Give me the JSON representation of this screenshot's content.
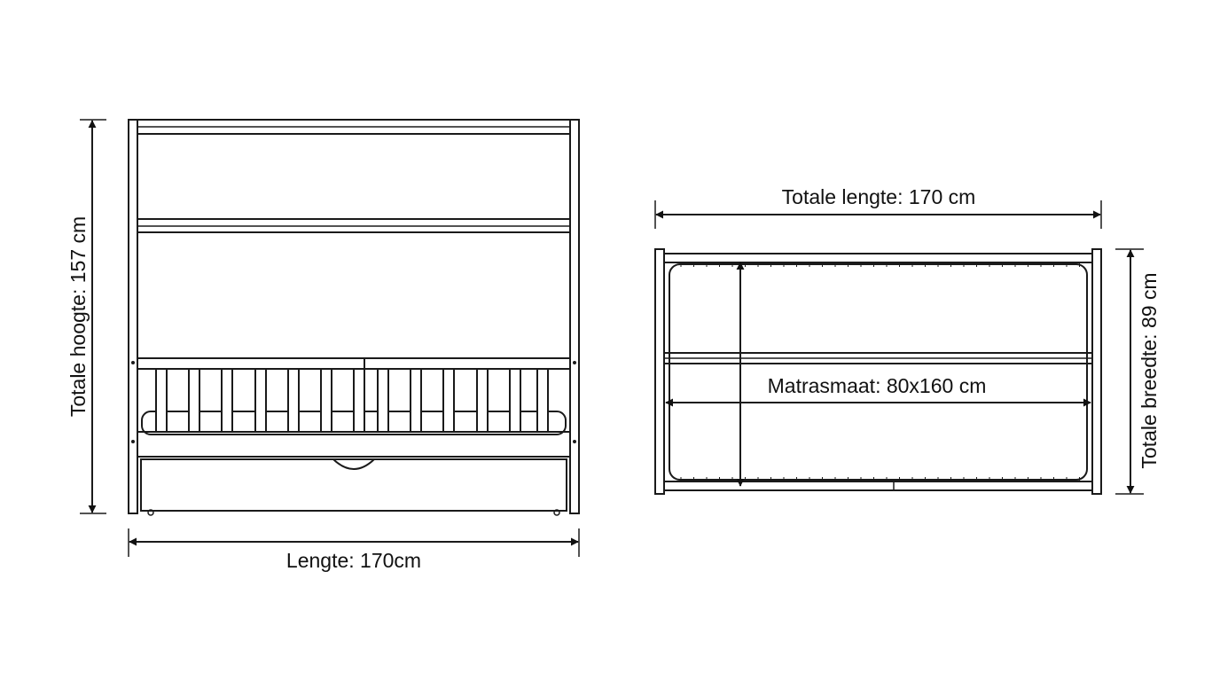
{
  "front_view": {
    "height_label": "Totale hoogte: 157 cm",
    "length_label": "Lengte: 170cm"
  },
  "top_view": {
    "length_label": "Totale lengte: 170 cm",
    "width_label": "Totale breedte: 89 cm",
    "mattress_label": "Matrasmaat: 80x160 cm"
  },
  "colors": {
    "line": "#1a1a1a",
    "background": "#ffffff"
  }
}
